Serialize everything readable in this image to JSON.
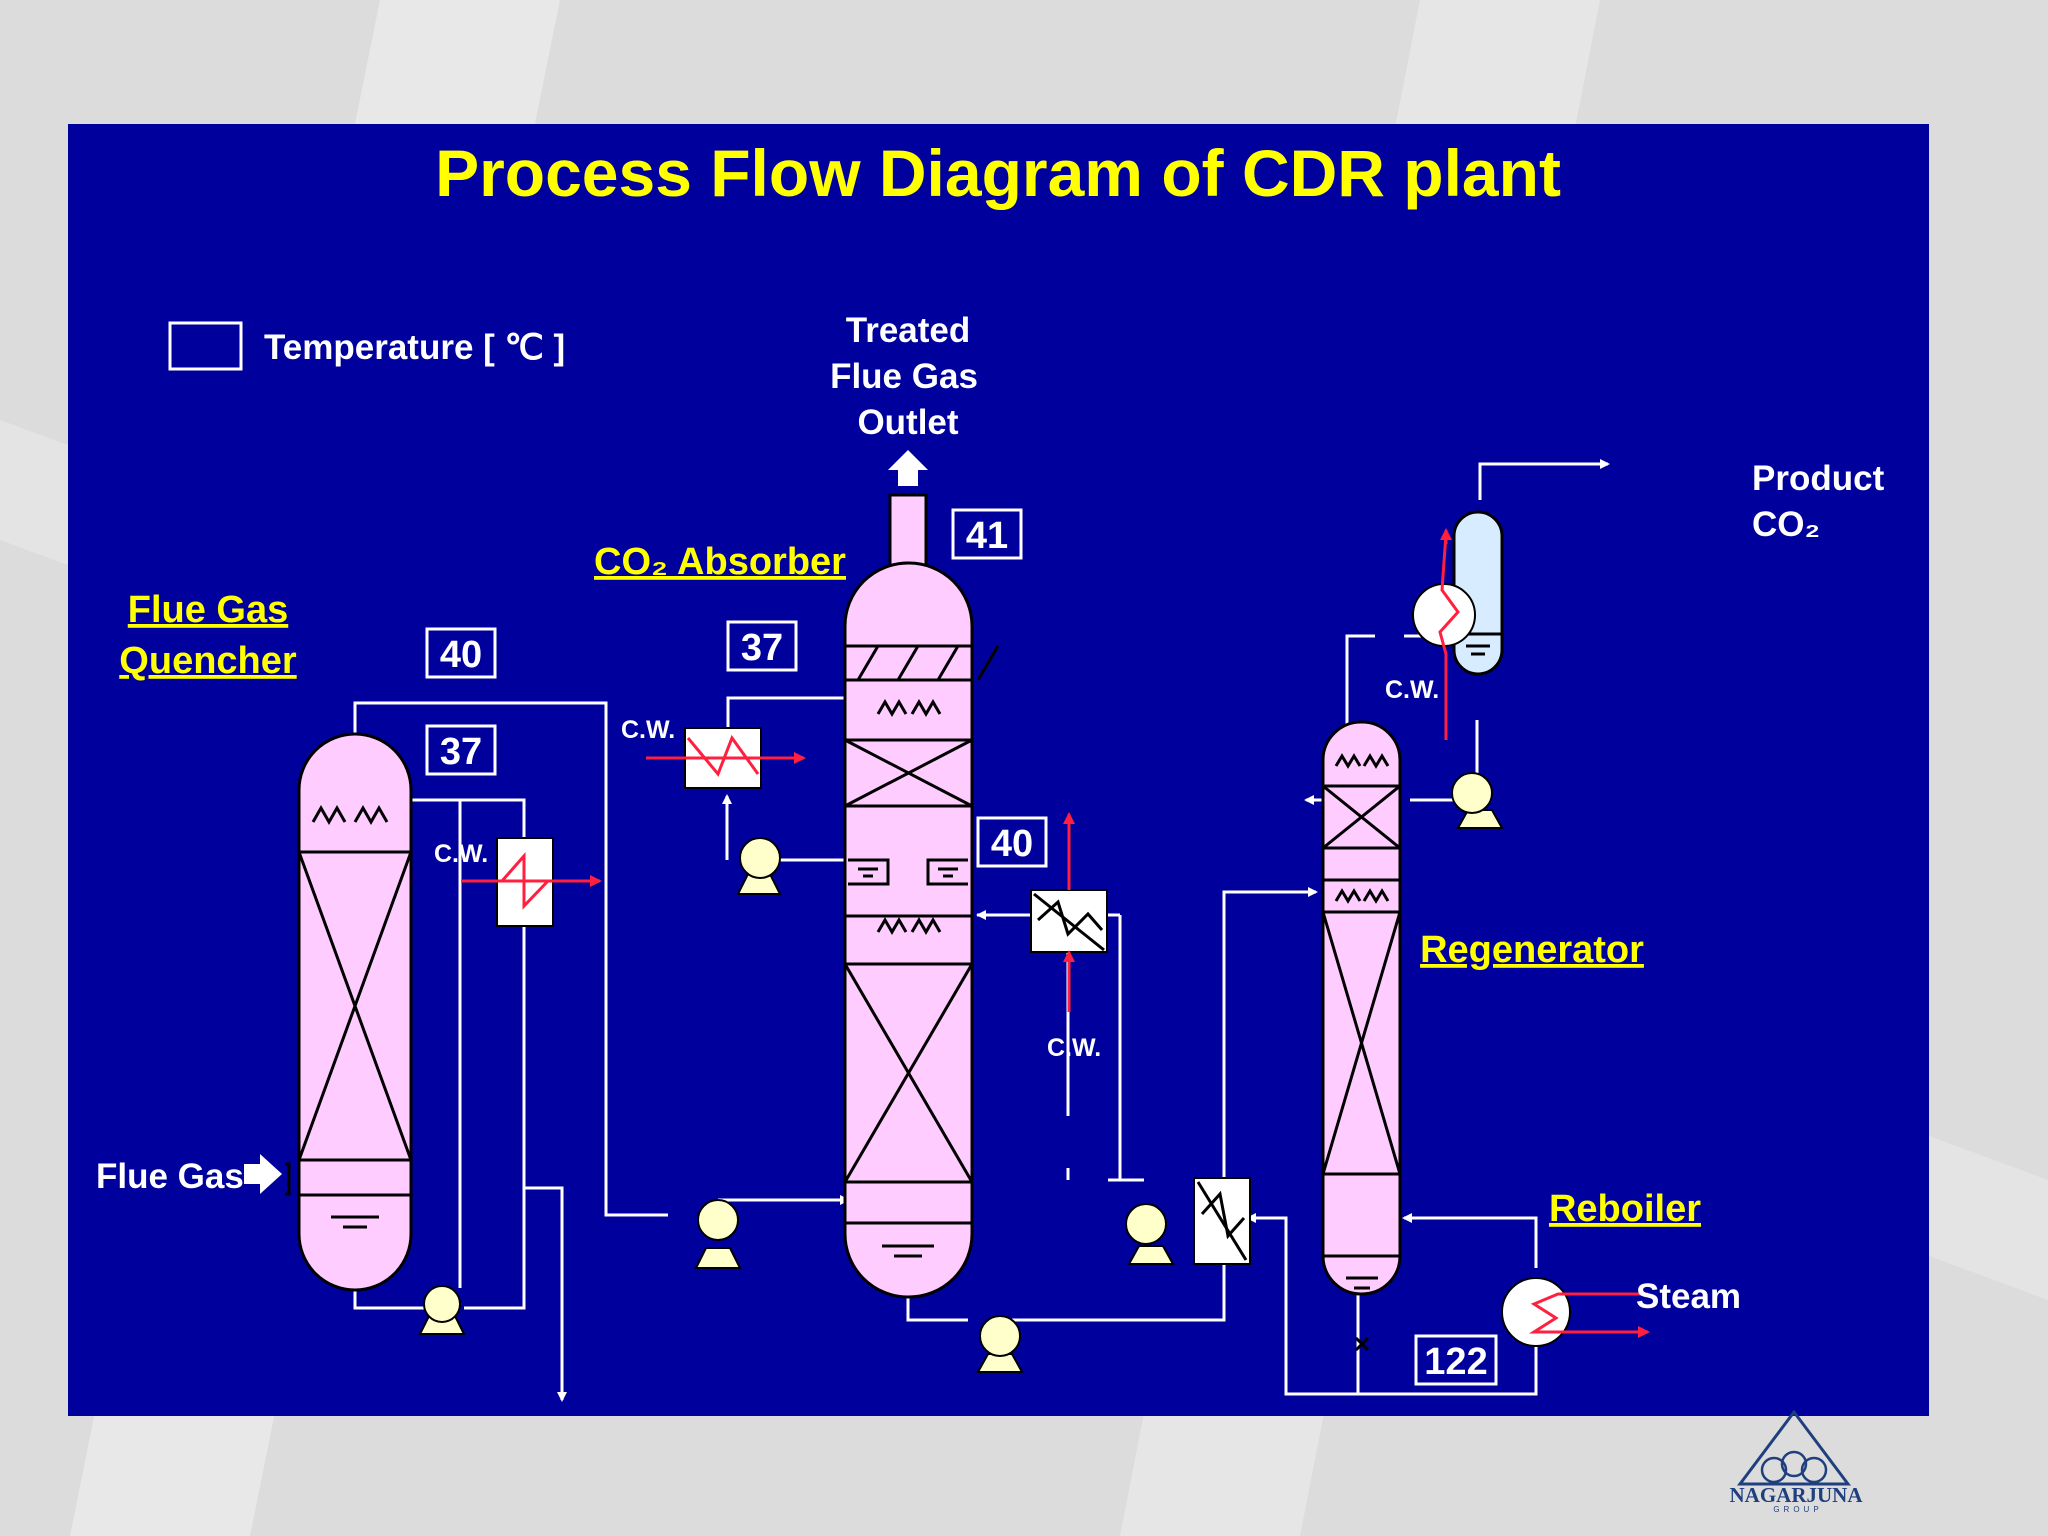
{
  "title": "Process Flow Diagram of CDR plant",
  "legend": {
    "label": "Temperature [ ℃ ]"
  },
  "labels": {
    "treated_flue_gas": [
      "Treated",
      "Flue Gas",
      "Outlet"
    ],
    "product_co2": [
      "Product",
      "CO₂"
    ],
    "flue_gas_inlet": "Flue Gas",
    "steam": "Steam",
    "cw": "C.W."
  },
  "units": {
    "quencher": [
      "Flue Gas",
      "Quencher"
    ],
    "absorber": "CO₂ Absorber",
    "regenerator": "Regenerator",
    "reboiler": "Reboiler"
  },
  "temperatures": {
    "quencher_top": "40",
    "quencher_reflux": "37",
    "absorber_wash": "37",
    "absorber_overhead": "41",
    "absorber_intercooler": "40",
    "regenerator_bottom": "122"
  },
  "logo": {
    "name": "NAGARJUNA",
    "sub": "GROUP"
  },
  "colors": {
    "panel": "#00009c",
    "title": "#ffff00",
    "vessel": "#ffccff",
    "pump": "#ffffcc",
    "cooling_water": "#ff2040",
    "stream": "#ffffff"
  }
}
